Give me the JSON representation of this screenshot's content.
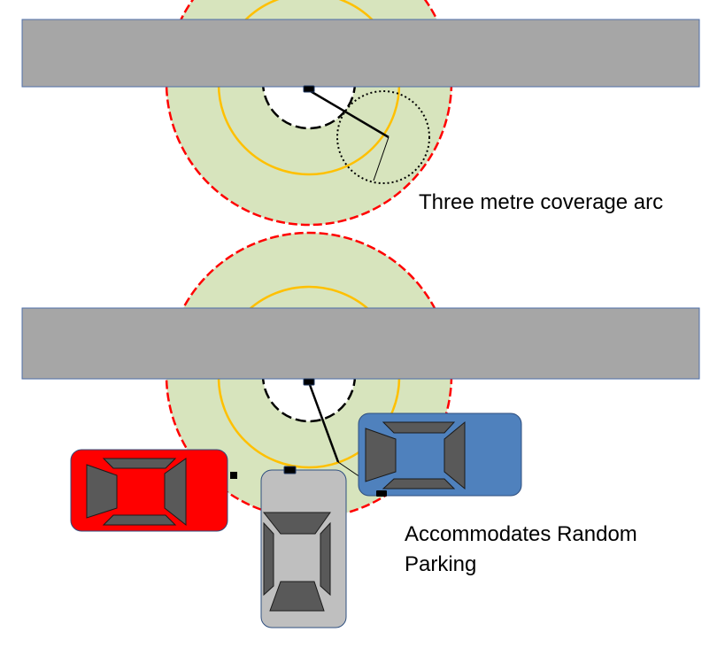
{
  "top_diagram": {
    "caption": "Three metre coverage arc"
  },
  "bottom_diagram": {
    "caption_line1": "Accommodates Random",
    "caption_line2": "Parking",
    "cars": [
      {
        "name": "red-car",
        "color": "#ff0000"
      },
      {
        "name": "grey-car",
        "color": "#bfbfbf"
      },
      {
        "name": "blue-car",
        "color": "#4f81bd"
      }
    ]
  },
  "colors": {
    "wall": "#a6a6a6",
    "coverage_fill": "#d7e4bd",
    "outer_arc": "#ff0000",
    "mid_arc": "#ffc000"
  }
}
